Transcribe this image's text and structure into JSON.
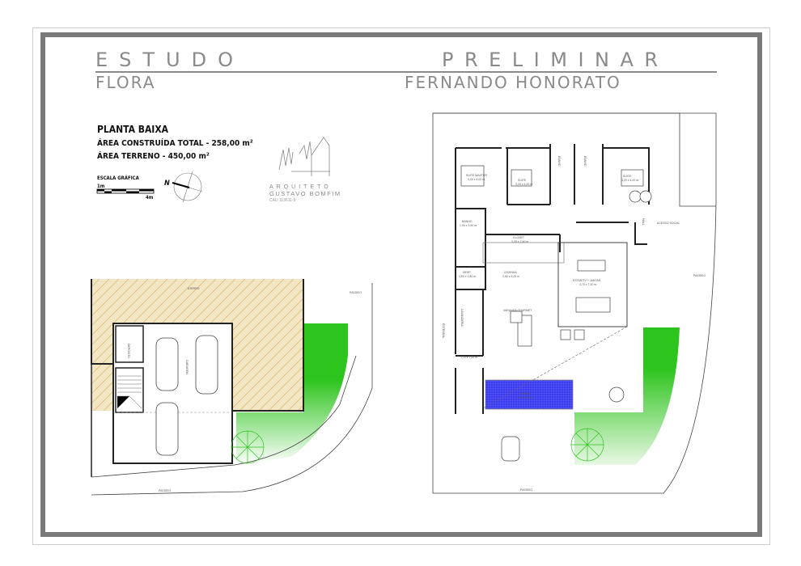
{
  "title": {
    "line1_left": "ESTUDO",
    "line1_right": "PRELIMINAR",
    "line2_left": "FLORA",
    "line2_right": "FERNANDO HONORATO"
  },
  "info": {
    "heading": "PLANTA BAIXA",
    "area_built": "ÁREA CONSTRUÍDA TOTAL - 258,00 m²",
    "area_land": "ÁREA TERRENO - 450,00 m²",
    "scale_label": "ESCALA GRÁFICA",
    "scale_start": "1m",
    "scale_end": "4m",
    "north": "N"
  },
  "logo": {
    "line1": "ARQUITETO",
    "line2": "GUSTAVO BOMFIM",
    "line3": "CAU 113611-9"
  },
  "lower_plan": {
    "aterro": "ATERRO",
    "deposito": "DEPÓSITO",
    "garagem": "GARAGEM",
    "passeio_bottom": "PASSEIO",
    "passeio_right": "PASSEIO"
  },
  "upper_plan": {
    "rooms": {
      "suite_master": "SUITE MASTER",
      "suite_master_dim": "3,00 x 4,00 m",
      "suite_2": "SUITE",
      "suite_2_dim": "3,20 x 4,00 m",
      "banho_1": "BANHO",
      "banho_2": "BANHO",
      "suite_3": "SUITE",
      "suite_3_dim": "3,20 x 4,00 m",
      "banho": "BANHO",
      "banho_dim": "1,90 x 3,90 m",
      "closet": "CLOSET",
      "closet_dim": "3,30 x 2,40 m",
      "hall": "HALL",
      "acesso_social": "ACESSO SOCIAL",
      "desp": "DESP.",
      "desp_dim": "1,90 x 1,80 m",
      "cozinha": "COZINHA",
      "cozinha_dim": "2,90 x 5,25 m",
      "estar": "ESTAR/TV + JANTAR",
      "estar_dim": "4,70 x 7,20 m",
      "varanda": "VARANDA GOURMET",
      "lavanderia": "LAVANDERIA",
      "estendal": "ESTENDAL",
      "wc_dim": "1,20 x 1,85 m",
      "piscina": "PISCINA",
      "piscina_dim": "2,20 x 6,20 m"
    },
    "passeio_bottom": "PASSEIO",
    "passeio_right": "PASSEIO"
  },
  "colors": {
    "frame": "#7a7a7a",
    "title_text": "#8a8a8a",
    "lawn": "#2ec41e",
    "aterro_fill": "#f3e6c4",
    "pool": "#3b3bf0"
  }
}
